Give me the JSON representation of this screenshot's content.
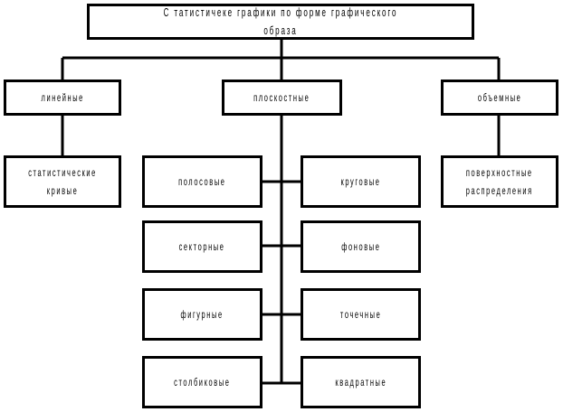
{
  "title": "С татистичеке графики по форме графического образа",
  "categories": {
    "linear": "линейные",
    "planar": "плоскостные",
    "volume": "объемные"
  },
  "linear_children": [
    "статистические\nкривые"
  ],
  "volume_children": [
    "поверхностные\nраспределения"
  ],
  "planar_left": [
    "полосовые",
    "секторные",
    "фигурные",
    "столбиковые"
  ],
  "planar_right": [
    "круговые",
    "фоновые",
    "точечные",
    "квадратные"
  ]
}
